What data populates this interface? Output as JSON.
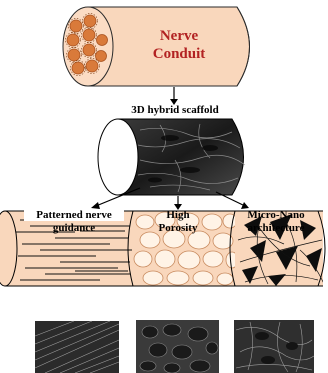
{
  "conduit": {
    "line1": "Nerve",
    "line2": "Conduit"
  },
  "scaffold_label": "3D hybrid scaffold",
  "features": [
    {
      "line1": "Patterned nerve",
      "line2": "guidance"
    },
    {
      "line1": "High",
      "line2": "Porosity"
    },
    {
      "line1": "Micro-Nano",
      "line2": "architecture"
    }
  ],
  "colors": {
    "conduit_fill": "#f9d7bc",
    "conduit_end": "#f8c9a6",
    "fascicle": "#d97a3a",
    "scaffold_dark": "#1c1c1c",
    "porosity_fill": "#f9d7bc",
    "pore": "#fff3e6",
    "text_red": "#b22222"
  }
}
